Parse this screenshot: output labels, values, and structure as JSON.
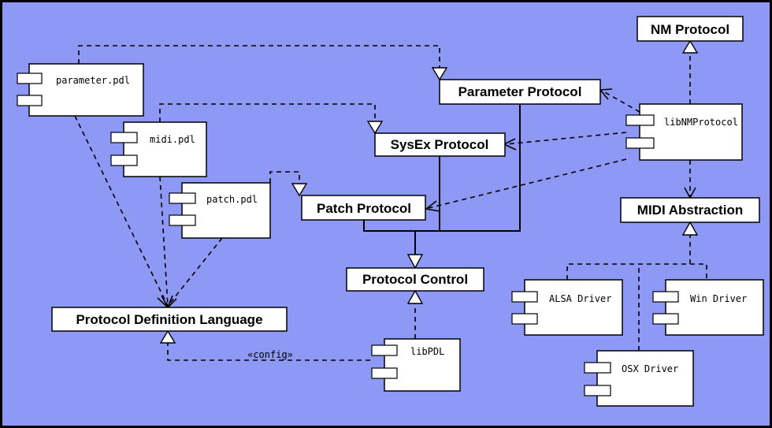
{
  "diagram": {
    "background": "#8d99f4",
    "protocols": {
      "nm_protocol": "NM Protocol",
      "parameter_protocol": "Parameter Protocol",
      "sysex_protocol": "SysEx Protocol",
      "patch_protocol": "Patch Protocol",
      "protocol_control": "Protocol Control",
      "midi_abstraction": "MIDI Abstraction",
      "protocol_definition_language": "Protocol Definition Language"
    },
    "components": {
      "parameter_pdl": "parameter.pdl",
      "midi_pdl": "midi.pdl",
      "patch_pdl": "patch.pdl",
      "libnmprotocol": "libNMProtocol",
      "libpdl": "libPDL",
      "alsa_driver": "ALSA Driver",
      "win_driver": "Win Driver",
      "osx_driver": "OSX Driver"
    },
    "stereotype_config": "«config»"
  }
}
